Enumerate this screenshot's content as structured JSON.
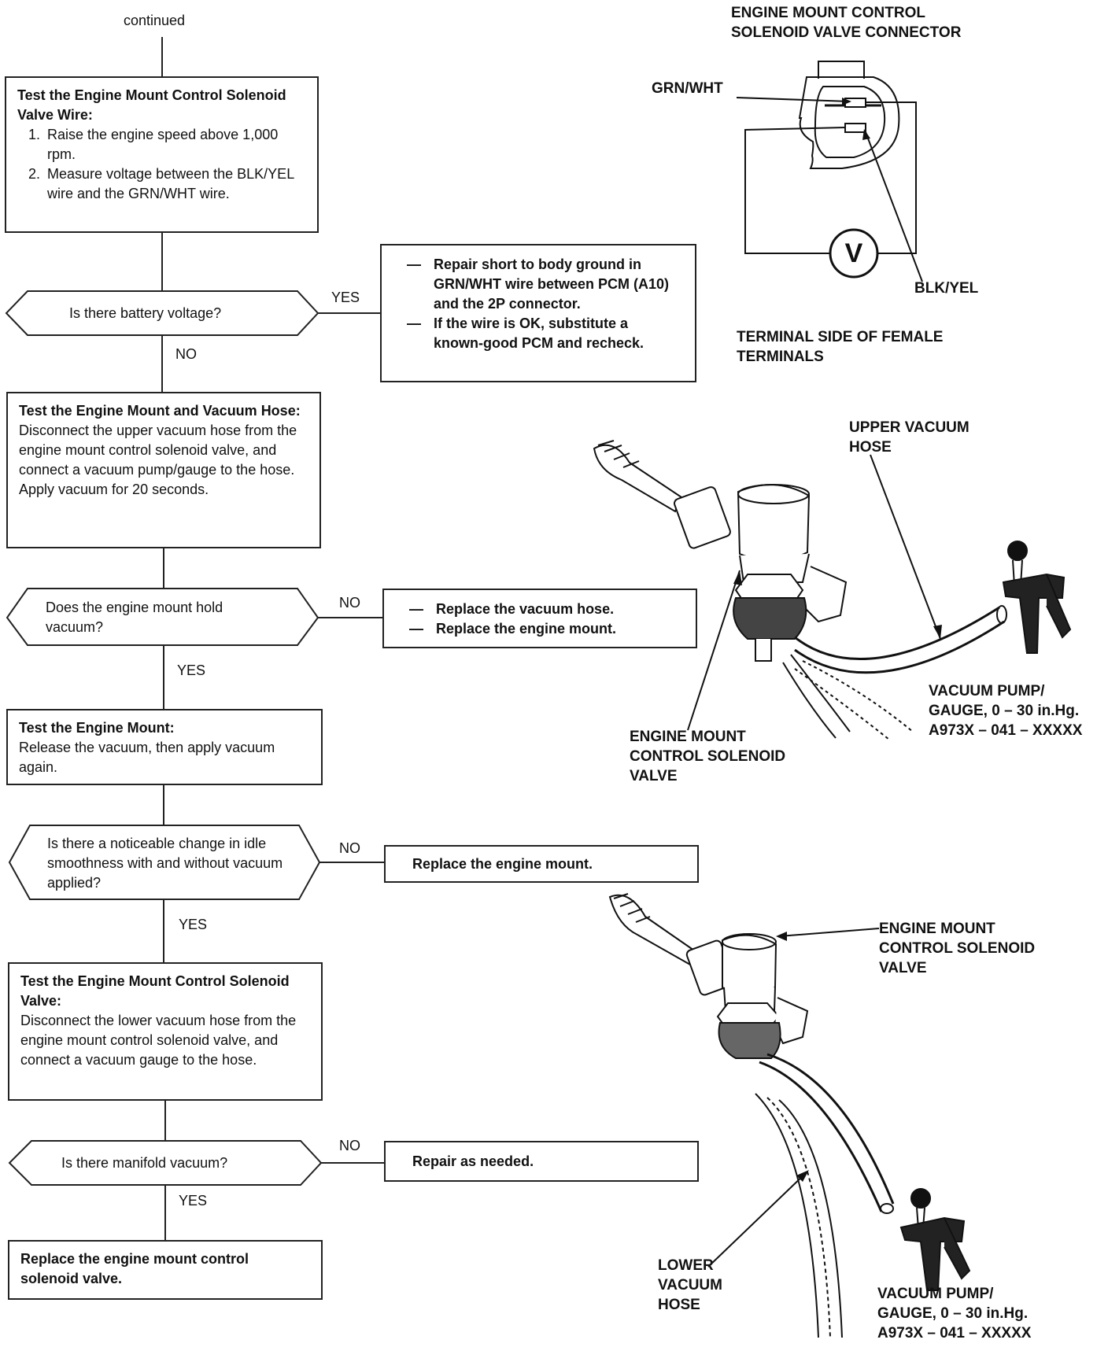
{
  "continued": "continued",
  "steps": {
    "test_wire": {
      "title": "Test the Engine Mount Control Solenoid Valve Wire:",
      "items": [
        "Raise the engine speed above 1,000 rpm.",
        "Measure voltage between the BLK/YEL wire and the GRN/WHT wire."
      ]
    },
    "test_hose": {
      "title": "Test the Engine Mount and Vacuum Hose:",
      "body": "Disconnect the upper vacuum hose from the engine mount control solenoid valve, and connect a vacuum pump/gauge to the hose. Apply vacuum for 20 seconds."
    },
    "test_mount": {
      "title": "Test the Engine Mount:",
      "body": "Release the vacuum, then apply vacuum again."
    },
    "test_valve": {
      "title": "Test the Engine Mount Control Solenoid Valve:",
      "body": "Disconnect the lower vacuum hose from the engine mount control solenoid valve, and connect a vacuum gauge to the hose."
    },
    "final": "Replace the engine mount control solenoid valve."
  },
  "decisions": {
    "d1": "Is there battery voltage?",
    "d2": "Does the engine mount hold vacuum?",
    "d3": "Is there a noticeable change in idle smoothness with and without vacuum applied?",
    "d4": "Is there manifold vacuum?"
  },
  "answers": {
    "d1_yes": "YES",
    "d1_no": "NO",
    "d2_no": "NO",
    "d2_yes": "YES",
    "d3_no": "NO",
    "d3_yes": "YES",
    "d4_no": "NO",
    "d4_yes": "YES"
  },
  "actions": {
    "a1": [
      "Repair short to body ground in GRN/WHT wire between PCM (A10) and the 2P connector.",
      "If the wire is OK, substitute a known-good PCM and recheck."
    ],
    "a2": [
      "Replace the vacuum hose.",
      "Replace the engine mount."
    ],
    "a3": "Replace the engine mount.",
    "a4": "Repair as needed."
  },
  "connector": {
    "title": "ENGINE MOUNT CONTROL\nSOLENOID VALVE CONNECTOR",
    "grn_wht": "GRN/WHT",
    "blk_yel": "BLK/YEL",
    "meter": "V",
    "caption": "TERMINAL SIDE OF FEMALE\nTERMINALS"
  },
  "fig1": {
    "upper_hose": "UPPER VACUUM\nHOSE",
    "pump": "VACUUM PUMP/\nGAUGE, 0 – 30 in.Hg.\nA973X – 041 – XXXXX",
    "valve": "ENGINE MOUNT\nCONTROL SOLENOID\nVALVE"
  },
  "fig2": {
    "valve": "ENGINE MOUNT\nCONTROL SOLENOID\nVALVE",
    "lower_hose": "LOWER\nVACUUM\nHOSE",
    "pump": "VACUUM PUMP/\nGAUGE, 0 – 30 in.Hg.\nA973X – 041 – XXXXX"
  }
}
